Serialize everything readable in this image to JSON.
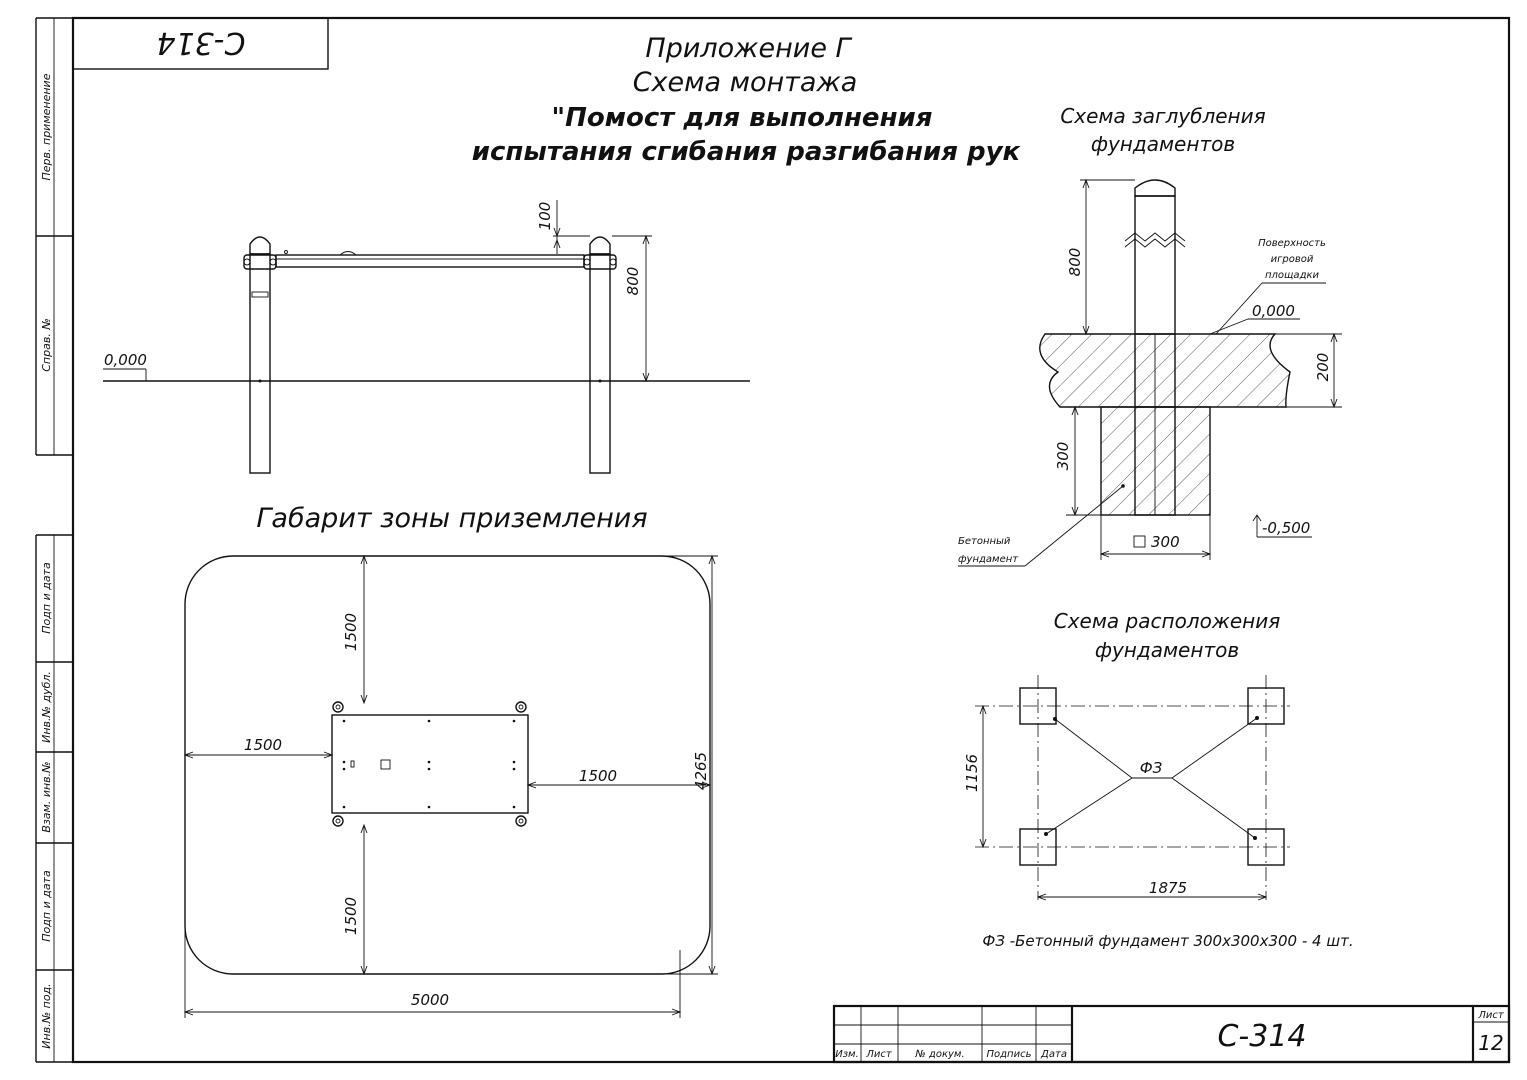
{
  "sheet_code_rotated": "С-314",
  "title": {
    "line1": "Приложение Г",
    "line2": "Схема монтажа",
    "line3": "\"Помост для выполнения",
    "line4": "испытания сгибания разгибания рук"
  },
  "side_labels": [
    "Перв. применение",
    "Справ. №",
    "Подп и дата",
    "Инв.№ дубл.",
    "Взам. инв.№",
    "Подп и дата",
    "Инв.№ под."
  ],
  "elevation": {
    "dim_height": "800",
    "dim_top": "100",
    "level": "0,000"
  },
  "landing_zone": {
    "heading": "Габарит зоны приземления",
    "dim_top": "1500",
    "dim_left": "1500",
    "dim_right": "1500",
    "dim_bottom": "1500",
    "dim_width": "5000",
    "dim_height": "4265"
  },
  "depth_scheme": {
    "heading_line1": "Схема заглубления",
    "heading_line2": "фундаментов",
    "surface_line1": "Поверхность",
    "surface_line2": "игровой",
    "surface_line3": "площадки",
    "level_top": "0,000",
    "level_bottom": "-0,500",
    "dim_post": "800",
    "dim_cover": "200",
    "dim_depth": "300",
    "dim_square": "300",
    "foundation_line1": "Бетонный",
    "foundation_line2": "фундамент"
  },
  "layout_scheme": {
    "heading_line1": "Схема расположения",
    "heading_line2": "фундаментов",
    "label": "ФЗ",
    "dim_vertical": "1156",
    "dim_horizontal": "1875",
    "note": "ФЗ -Бетонный фундамент 300х300х300 - 4 шт."
  },
  "title_block": {
    "col_izm": "Изм.",
    "col_list": "Лист",
    "col_doc": "№ докум.",
    "col_sign": "Подпись",
    "col_date": "Дата",
    "code": "С-314",
    "sheet_label": "Лист",
    "sheet_number": "12"
  }
}
